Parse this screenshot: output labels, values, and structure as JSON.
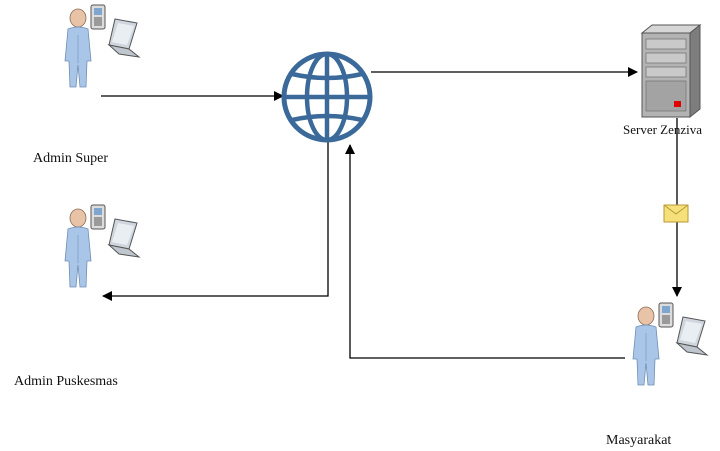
{
  "nodes": {
    "admin_super": {
      "label": "Admin Super"
    },
    "admin_puskesmas": {
      "label": "Admin Puskesmas"
    },
    "server": {
      "label": "Server Zenziva"
    },
    "masyarakat": {
      "label": "Masyarakat"
    }
  },
  "icons": {
    "user": "person-with-phone-laptop-icon",
    "network": "globe-icon",
    "server": "server-tower-icon",
    "message": "envelope-icon"
  },
  "colors": {
    "line": "#000000",
    "globe": "#3b6a9a",
    "person": "#a9c6e8",
    "server": "#9a9a9a",
    "server_led": "#e00000",
    "envelope": "#f6e07a"
  }
}
